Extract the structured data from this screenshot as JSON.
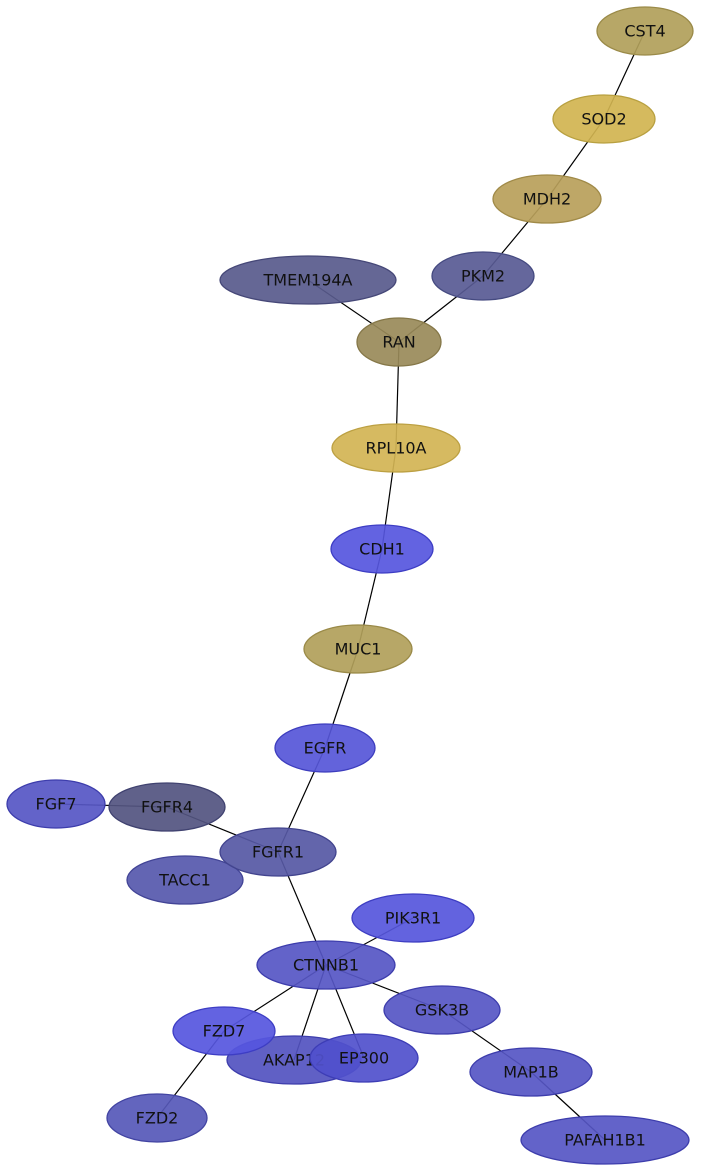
{
  "nodes": {
    "CST4": {
      "label": "CST4",
      "fill": "#b19f5a",
      "stroke": "#9a8a48"
    },
    "SOD2": {
      "label": "SOD2",
      "fill": "#d1b450",
      "stroke": "#b8a040"
    },
    "MDH2": {
      "label": "MDH2",
      "fill": "#b8a05a",
      "stroke": "#a08a48"
    },
    "PKM2": {
      "label": "PKM2",
      "fill": "#585a94",
      "stroke": "#454a80"
    },
    "TMEM194A": {
      "label": "TMEM194A",
      "fill": "#585a8c",
      "stroke": "#464878"
    },
    "RAN": {
      "label": "RAN",
      "fill": "#998a59",
      "stroke": "#857748"
    },
    "RPL10A": {
      "label": "RPL10A",
      "fill": "#d2b454",
      "stroke": "#bca042"
    },
    "CDH1": {
      "label": "CDH1",
      "fill": "#5656de",
      "stroke": "#3d3dc4"
    },
    "MUC1": {
      "label": "MUC1",
      "fill": "#b19f5a",
      "stroke": "#9a8a48"
    },
    "EGFR": {
      "label": "EGFR",
      "fill": "#5656d8",
      "stroke": "#3d3dbe"
    },
    "FGF7": {
      "label": "FGF7",
      "fill": "#5656c4",
      "stroke": "#3d3dac"
    },
    "FGFR4": {
      "label": "FGFR4",
      "fill": "#525480",
      "stroke": "#404270"
    },
    "FGFR1": {
      "label": "FGFR1",
      "fill": "#5658a4",
      "stroke": "#42448e"
    },
    "TACC1": {
      "label": "TACC1",
      "fill": "#5658ac",
      "stroke": "#424496"
    },
    "PIK3R1": {
      "label": "PIK3R1",
      "fill": "#5656dc",
      "stroke": "#3d3dc2"
    },
    "CTNNB1": {
      "label": "CTNNB1",
      "fill": "#5656c4",
      "stroke": "#3d3dac"
    },
    "GSK3B": {
      "label": "GSK3B",
      "fill": "#5656c4",
      "stroke": "#3d3dac"
    },
    "FZD7": {
      "label": "FZD7",
      "fill": "#5656de",
      "stroke": "#3d3dc4"
    },
    "AKAP12": {
      "label": "AKAP12",
      "fill": "#5252c0",
      "stroke": "#3d3dac"
    },
    "EP300": {
      "label": "EP300",
      "fill": "#5050cc",
      "stroke": "#3d3db6"
    },
    "MAP1B": {
      "label": "MAP1B",
      "fill": "#5656c4",
      "stroke": "#3d3dac"
    },
    "FZD2": {
      "label": "FZD2",
      "fill": "#5658b8",
      "stroke": "#4244a2"
    },
    "PAFAH1B1": {
      "label": "PAFAH1B1",
      "fill": "#5656c4",
      "stroke": "#3d3dac"
    }
  },
  "edges": [
    [
      "CST4",
      "SOD2"
    ],
    [
      "SOD2",
      "MDH2"
    ],
    [
      "MDH2",
      "PKM2"
    ],
    [
      "PKM2",
      "RAN"
    ],
    [
      "TMEM194A",
      "RAN"
    ],
    [
      "RAN",
      "RPL10A"
    ],
    [
      "RPL10A",
      "CDH1"
    ],
    [
      "CDH1",
      "MUC1"
    ],
    [
      "MUC1",
      "EGFR"
    ],
    [
      "EGFR",
      "FGFR1"
    ],
    [
      "FGF7",
      "FGFR4"
    ],
    [
      "FGFR4",
      "FGFR1"
    ],
    [
      "FGFR1",
      "CTNNB1"
    ],
    [
      "PIK3R1",
      "CTNNB1"
    ],
    [
      "CTNNB1",
      "GSK3B"
    ],
    [
      "CTNNB1",
      "FZD7"
    ],
    [
      "CTNNB1",
      "AKAP12"
    ],
    [
      "CTNNB1",
      "EP300"
    ],
    [
      "GSK3B",
      "MAP1B"
    ],
    [
      "FZD7",
      "FZD2"
    ],
    [
      "MAP1B",
      "PAFAH1B1"
    ]
  ]
}
